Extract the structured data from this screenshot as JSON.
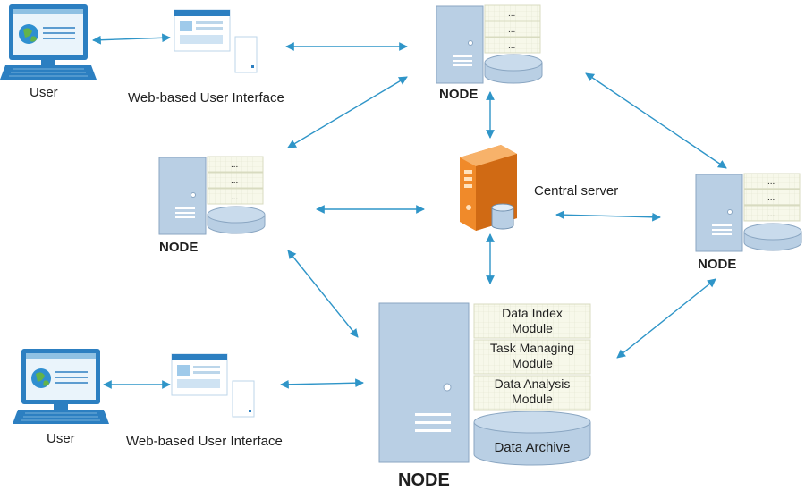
{
  "labels": {
    "user_top": "User",
    "user_bottom": "User",
    "web_ui_top": "Web-based User Interface",
    "web_ui_bottom": "Web-based User Interface",
    "node_top": "NODE",
    "node_left": "NODE",
    "node_right": "NODE",
    "node_main": "NODE",
    "central_server": "Central server"
  },
  "modules": [
    [
      "Data Index",
      "Module"
    ],
    [
      "Task Managing",
      "Module"
    ],
    [
      "Data Analysis",
      "Module"
    ]
  ],
  "archive": "Data Archive",
  "small_module_text": "...",
  "colors": {
    "arrow": "#2f95c8",
    "server_fill": "#b9cfe4",
    "server_stroke": "#8aa6c2",
    "module_fill": "#f6f7e6",
    "central_orange": "#f08a2a",
    "monitor_blue": "#2c7fc1"
  }
}
